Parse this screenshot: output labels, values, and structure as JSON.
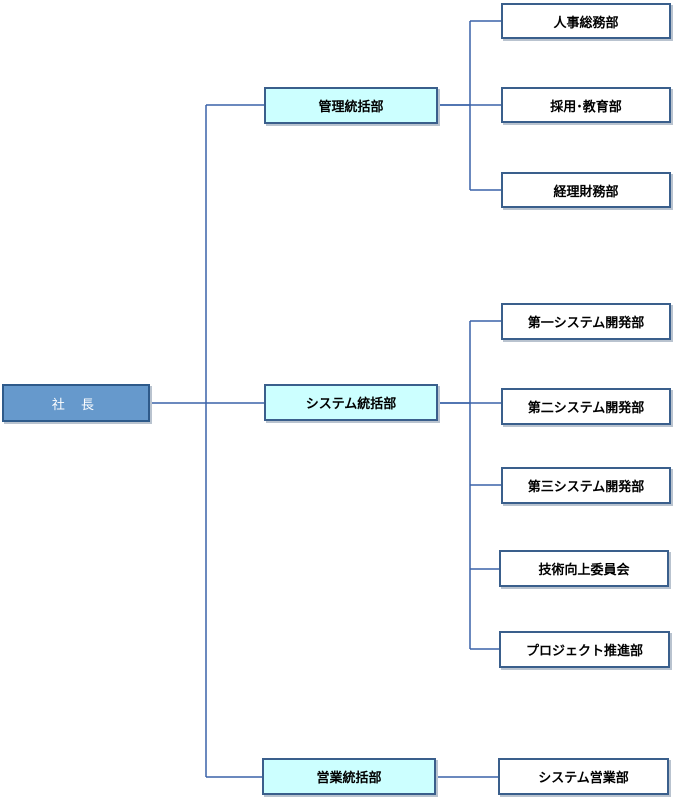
{
  "org": {
    "root": "社 長",
    "divisions": [
      {
        "name": "管理統括部",
        "departments": [
          "人事総務部",
          "採用･教育部",
          "経理財務部"
        ]
      },
      {
        "name": "システム統括部",
        "departments": [
          "第一システム開発部",
          "第二システム開発部",
          "第三システム開発部",
          "技術向上委員会",
          "プロジェクト推進部"
        ]
      },
      {
        "name": "営業統括部",
        "departments": [
          "システム営業部"
        ]
      }
    ]
  },
  "colors": {
    "line": "#3a62a8",
    "root_fill": "#6699cc",
    "division_fill": "#ccffff",
    "department_fill": "#ffffff",
    "border": "#3a5f8c"
  }
}
